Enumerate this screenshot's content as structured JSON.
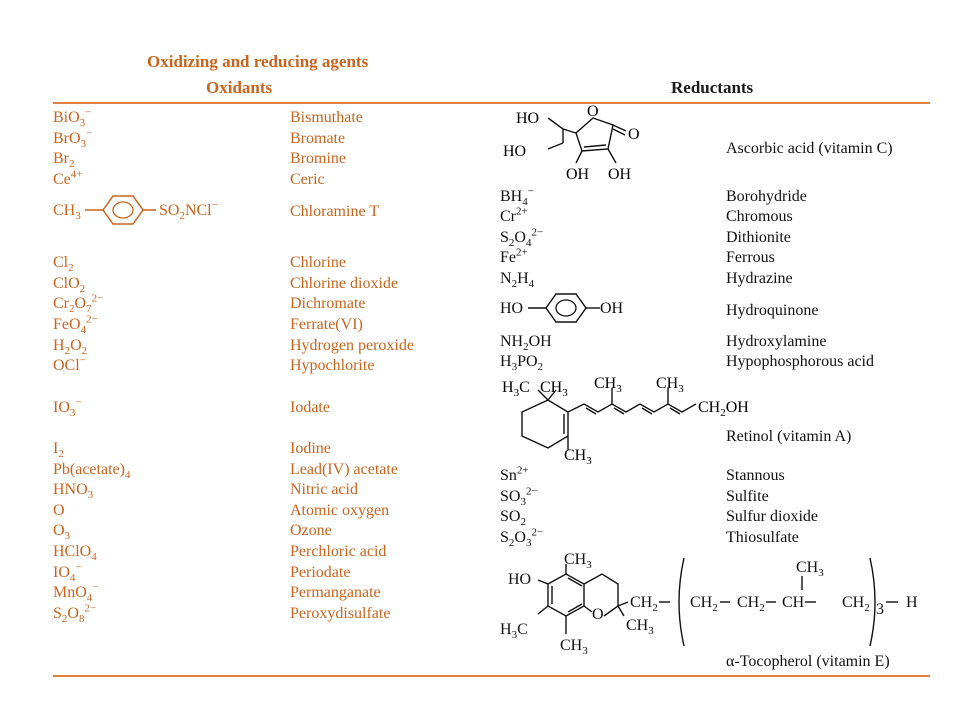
{
  "title": "Oxidizing and reducing agents",
  "headers": {
    "oxidants": "Oxidants",
    "reductants": "Reductants"
  },
  "oxidants": [
    {
      "name": "Bismuthate"
    },
    {
      "name": "Bromate"
    },
    {
      "name": "Bromine"
    },
    {
      "name": "Ceric"
    },
    {
      "name": "Chloramine T"
    },
    {
      "name": "Chlorine"
    },
    {
      "name": "Chlorine dioxide"
    },
    {
      "name": "Dichromate"
    },
    {
      "name": "Ferrate(VI)"
    },
    {
      "name": "Hydrogen peroxide"
    },
    {
      "name": "Hypochlorite"
    },
    {
      "name": "Iodate"
    },
    {
      "name": "Iodine"
    },
    {
      "name": "Lead(IV) acetate"
    },
    {
      "name": "Nitric acid"
    },
    {
      "name": "Atomic oxygen"
    },
    {
      "name": "Ozone"
    },
    {
      "name": "Perchloric acid"
    },
    {
      "name": "Periodate"
    },
    {
      "name": "Permanganate"
    },
    {
      "name": "Peroxydisulfate"
    }
  ],
  "reductants": [
    {
      "name": "Ascorbic acid (vitamin C)"
    },
    {
      "name": "Borohydride"
    },
    {
      "name": "Chromous"
    },
    {
      "name": "Dithionite"
    },
    {
      "name": "Ferrous"
    },
    {
      "name": "Hydrazine"
    },
    {
      "name": "Hydroquinone"
    },
    {
      "name": "Hydroxylamine"
    },
    {
      "name": "Hypophosphorous acid"
    },
    {
      "name": "Retinol (vitamin A)"
    },
    {
      "name": "Stannous"
    },
    {
      "name": "Sulfite"
    },
    {
      "name": "Sulfur dioxide"
    },
    {
      "name": "Thiosulfate"
    },
    {
      "name": "α-Tocopherol (vitamin E)"
    }
  ],
  "formulas": {
    "ox": [
      "BiO3−",
      "BrO3−",
      "Br2",
      "Ce4+",
      "CH3–C6H4–SO2NCl−",
      "Cl2",
      "ClO2",
      "Cr2O72−",
      "FeO42−",
      "H2O2",
      "OCl−",
      "IO3−",
      "I2",
      "Pb(acetate)4",
      "HNO3",
      "O",
      "O3",
      "HClO4",
      "IO4−",
      "MnO4−",
      "S2O82−"
    ],
    "rd": [
      "BH4−",
      "Cr2+",
      "S2O42−",
      "Fe2+",
      "N2H4",
      "NH2OH",
      "H3PO2",
      "Sn2+",
      "SO32−",
      "SO2",
      "S2O32−"
    ]
  },
  "colors": {
    "oxidant_text": "#c8641e",
    "rule": "#e08040",
    "reductant_text": "#111111"
  }
}
